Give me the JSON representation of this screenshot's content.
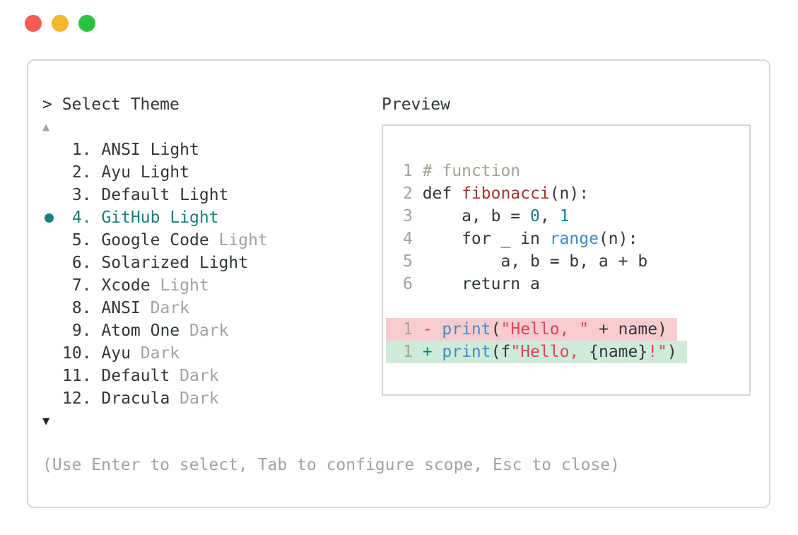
{
  "colors": {
    "dot_red": "#f15d53",
    "dot_yellow": "#f5b52e",
    "dot_green": "#2dc23e",
    "border": "#d9d9d9",
    "box_border": "#d6d6d6",
    "dark": "#30363b",
    "grey": "#a2a2a2",
    "comment": "#a0a293",
    "teal": "#16807e",
    "teal_num": "#12818a",
    "blue": "#3b8cce",
    "red": "#a5332e",
    "crimson": "#d8455c",
    "removed_bg": "#f8cccf",
    "added_bg": "#d0ead9"
  },
  "picker": {
    "title": "> Select Theme",
    "scroll_up": "▲",
    "scroll_down": "▼",
    "footer": "(Use Enter to select, Tab to configure scope, Esc to close)",
    "items": [
      {
        "number": "1.",
        "name": "ANSI ",
        "suffix": "Light",
        "muted": false,
        "selected": false
      },
      {
        "number": "2.",
        "name": "Ayu ",
        "suffix": "Light",
        "muted": false,
        "selected": false
      },
      {
        "number": "3.",
        "name": "Default ",
        "suffix": "Light",
        "muted": false,
        "selected": false
      },
      {
        "number": "4.",
        "name": "GitHub ",
        "suffix": "Light",
        "muted": false,
        "selected": true
      },
      {
        "number": "5.",
        "name": "Google Code ",
        "suffix": "Light",
        "muted": true,
        "selected": false
      },
      {
        "number": "6.",
        "name": "Solarized ",
        "suffix": "Light",
        "muted": false,
        "selected": false
      },
      {
        "number": "7.",
        "name": "Xcode ",
        "suffix": "Light",
        "muted": true,
        "selected": false
      },
      {
        "number": "8.",
        "name": "ANSI ",
        "suffix": "Dark",
        "muted": true,
        "selected": false
      },
      {
        "number": "9.",
        "name": "Atom One ",
        "suffix": "Dark",
        "muted": true,
        "selected": false
      },
      {
        "number": "10.",
        "name": "Ayu ",
        "suffix": "Dark",
        "muted": true,
        "selected": false
      },
      {
        "number": "11.",
        "name": "Default ",
        "suffix": "Dark",
        "muted": true,
        "selected": false
      },
      {
        "number": "12.",
        "name": "Dracula ",
        "suffix": "Dark",
        "muted": true,
        "selected": false
      }
    ]
  },
  "preview": {
    "title": "Preview",
    "code_lines": [
      {
        "num": "1",
        "bg": "none",
        "tokens": [
          {
            "t": "# function",
            "c": "comment"
          }
        ]
      },
      {
        "num": "2",
        "bg": "none",
        "tokens": [
          {
            "t": "def ",
            "c": "dark"
          },
          {
            "t": "fibonacci",
            "c": "red"
          },
          {
            "t": "(n):",
            "c": "dark"
          }
        ]
      },
      {
        "num": "3",
        "bg": "none",
        "tokens": [
          {
            "t": "    a, b = ",
            "c": "dark"
          },
          {
            "t": "0",
            "c": "tealnum"
          },
          {
            "t": ", ",
            "c": "dark"
          },
          {
            "t": "1",
            "c": "tealnum"
          }
        ]
      },
      {
        "num": "4",
        "bg": "none",
        "tokens": [
          {
            "t": "    for _ in ",
            "c": "dark"
          },
          {
            "t": "range",
            "c": "blue"
          },
          {
            "t": "(n):",
            "c": "dark"
          }
        ]
      },
      {
        "num": "5",
        "bg": "none",
        "tokens": [
          {
            "t": "        a, b = b, a + b",
            "c": "dark"
          }
        ]
      },
      {
        "num": "6",
        "bg": "none",
        "tokens": [
          {
            "t": "    return a",
            "c": "dark"
          }
        ]
      },
      {
        "num": "",
        "bg": "none",
        "tokens": []
      },
      {
        "num": "1",
        "bg": "removed",
        "tokens": [
          {
            "t": "- ",
            "c": "crimson"
          },
          {
            "t": "print",
            "c": "blue"
          },
          {
            "t": "(",
            "c": "dark"
          },
          {
            "t": "\"Hello, \"",
            "c": "crimson"
          },
          {
            "t": " + name)",
            "c": "dark"
          }
        ]
      },
      {
        "num": "1",
        "bg": "added",
        "tokens": [
          {
            "t": "+ ",
            "c": "teal"
          },
          {
            "t": "print",
            "c": "blue"
          },
          {
            "t": "(f",
            "c": "dark"
          },
          {
            "t": "\"Hello, ",
            "c": "crimson"
          },
          {
            "t": "{name}",
            "c": "dark"
          },
          {
            "t": "!\"",
            "c": "crimson"
          },
          {
            "t": ")",
            "c": "dark"
          }
        ]
      }
    ]
  }
}
